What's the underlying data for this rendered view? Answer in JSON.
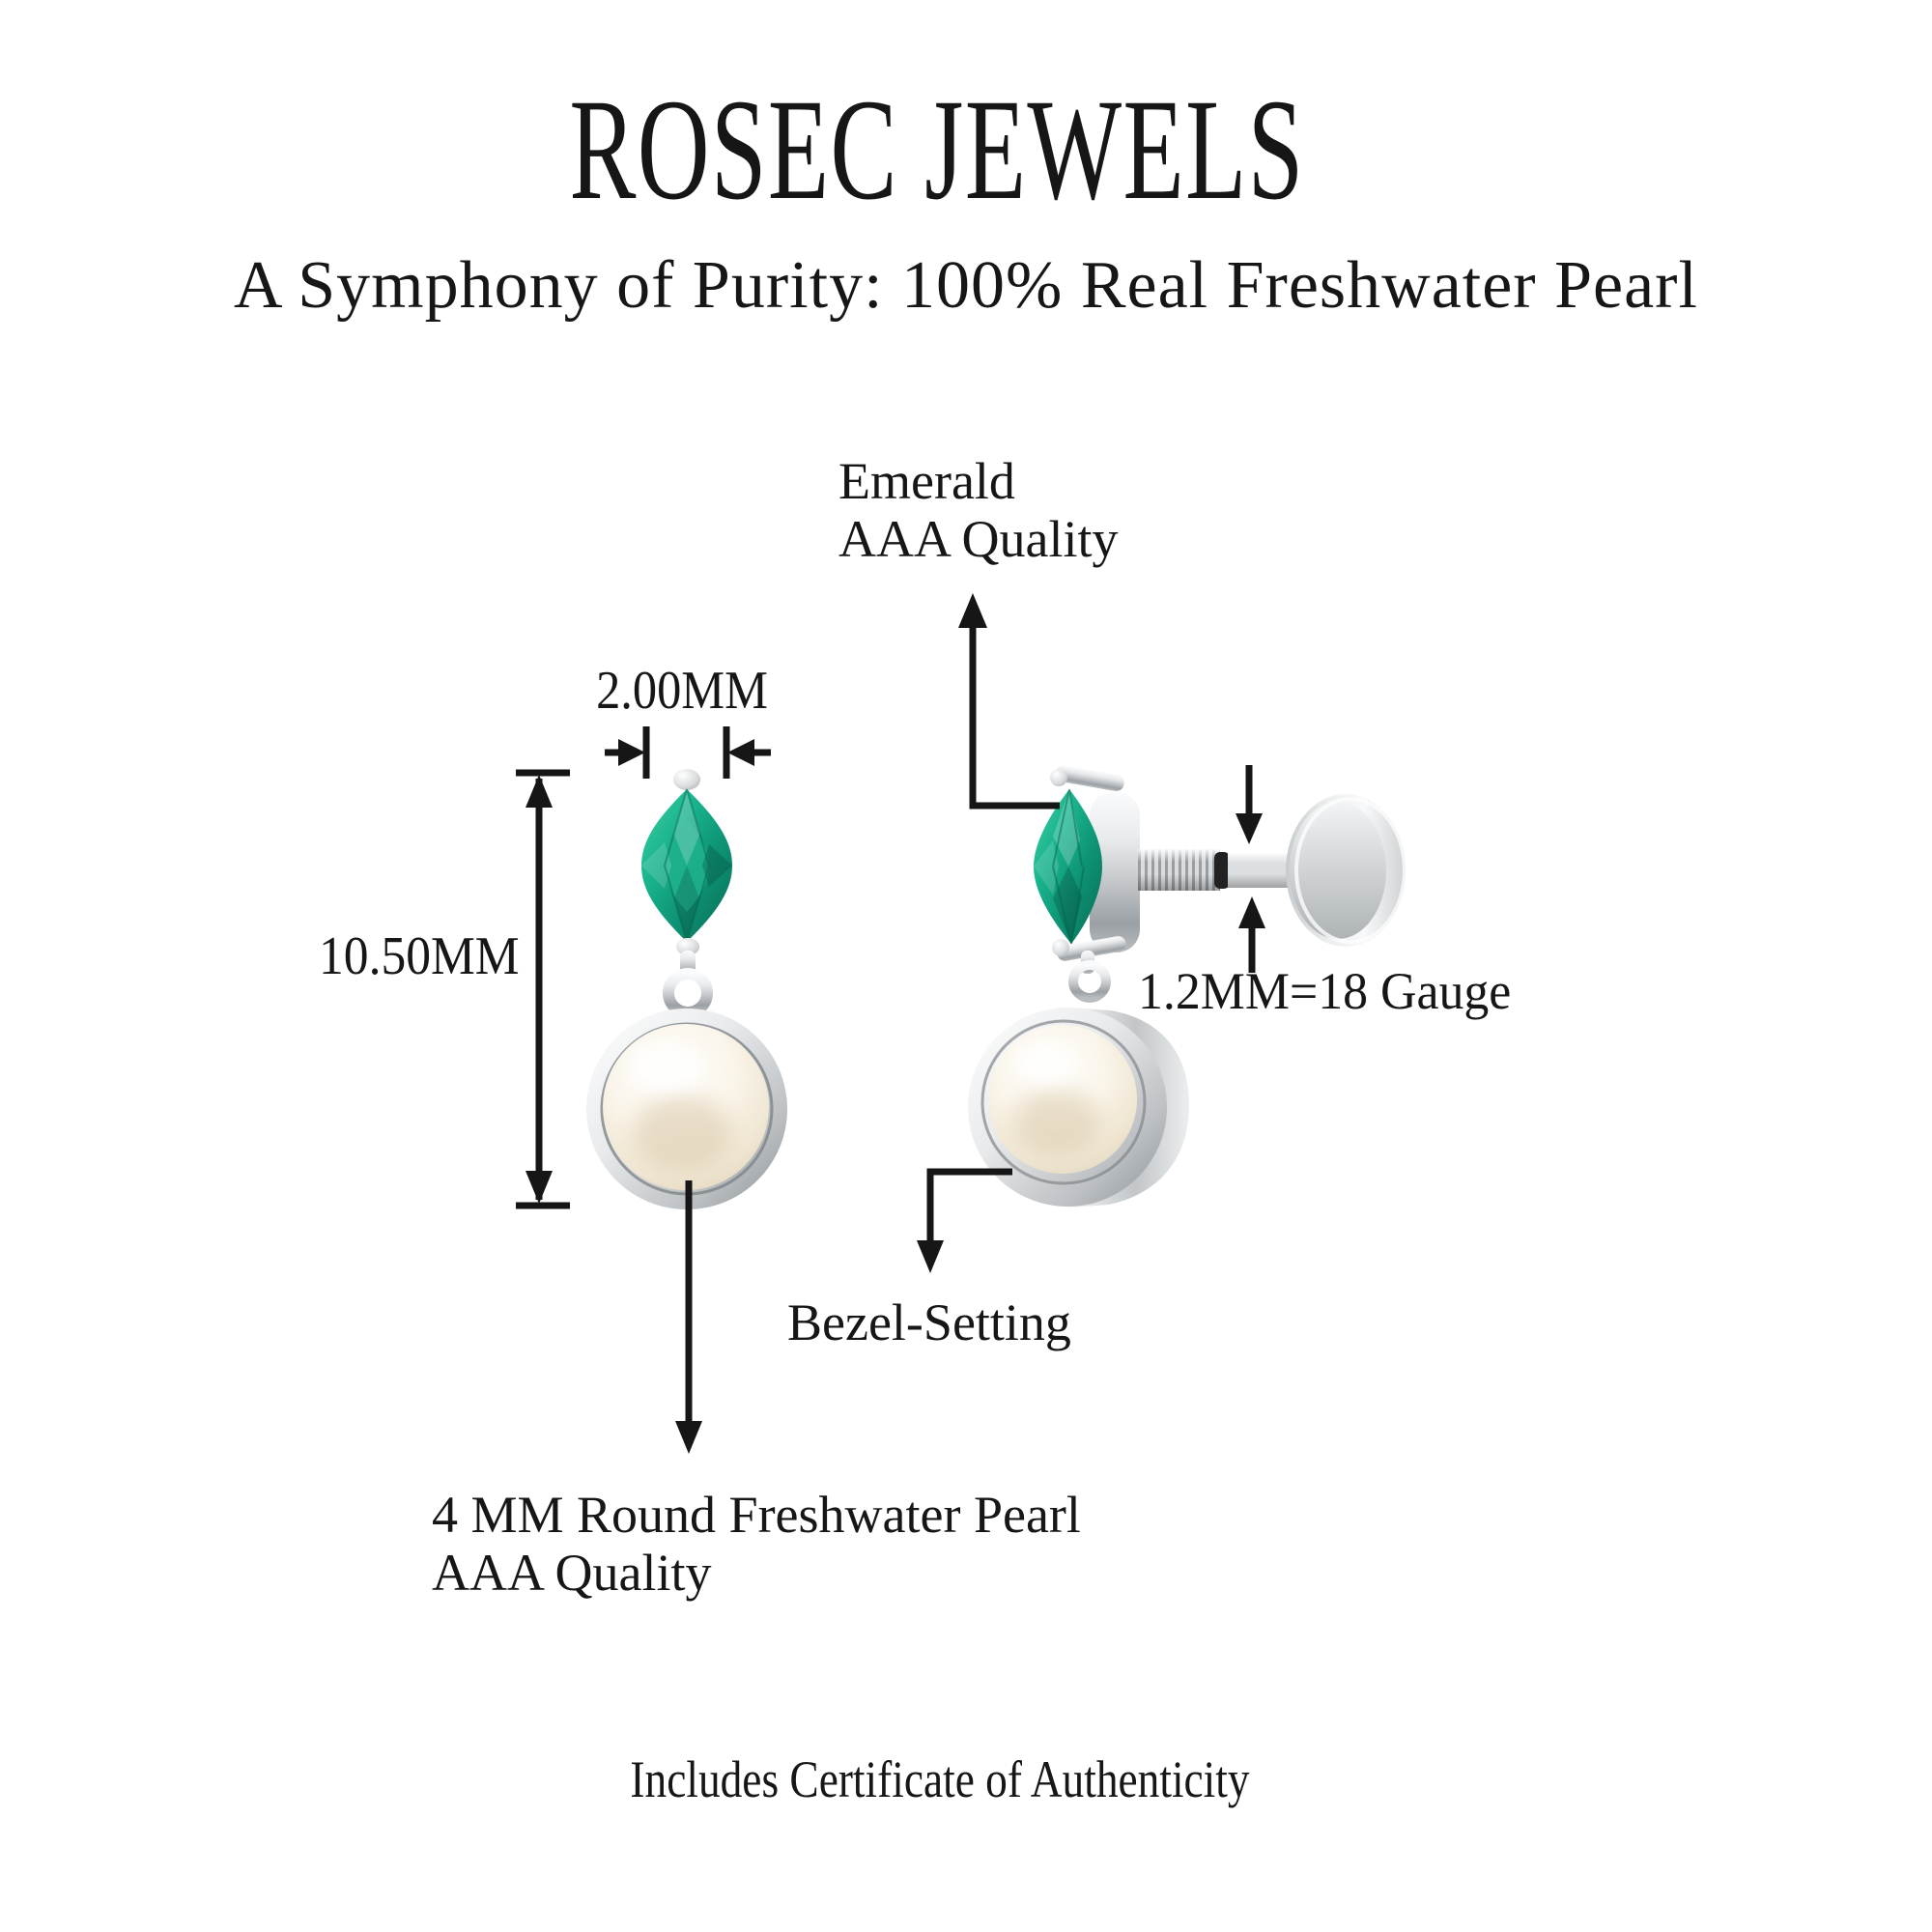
{
  "page": {
    "background": "#ffffff",
    "text_color": "#161616"
  },
  "header": {
    "brand": "ROSEC JEWELS",
    "tagline": "A Symphony of Purity: 100% Real Freshwater Pearl"
  },
  "callouts": {
    "emerald": {
      "line1": "Emerald",
      "line2": "AAA Quality"
    },
    "pearl": {
      "line1": "4 MM Round Freshwater Pearl",
      "line2": "AAA Quality"
    },
    "bezel": {
      "label": "Bezel-Setting"
    },
    "gauge": {
      "label": "1.2MM=18 Gauge"
    }
  },
  "dimensions": {
    "width": "2.00MM",
    "height": "10.50MM"
  },
  "footer": {
    "note": "Includes Certificate of Authenticity"
  },
  "colors": {
    "line": "#161616",
    "emerald_light": "#3fd0a6",
    "emerald_mid": "#12997a",
    "emerald_dark": "#076b54",
    "pearl": "#f7f0e2",
    "pearl_shadow": "#d8c6a6",
    "metal_light": "#fafbfc",
    "metal_mid": "#c6c9cc",
    "metal_dark": "#9aa0a4",
    "oring": "#222222"
  }
}
